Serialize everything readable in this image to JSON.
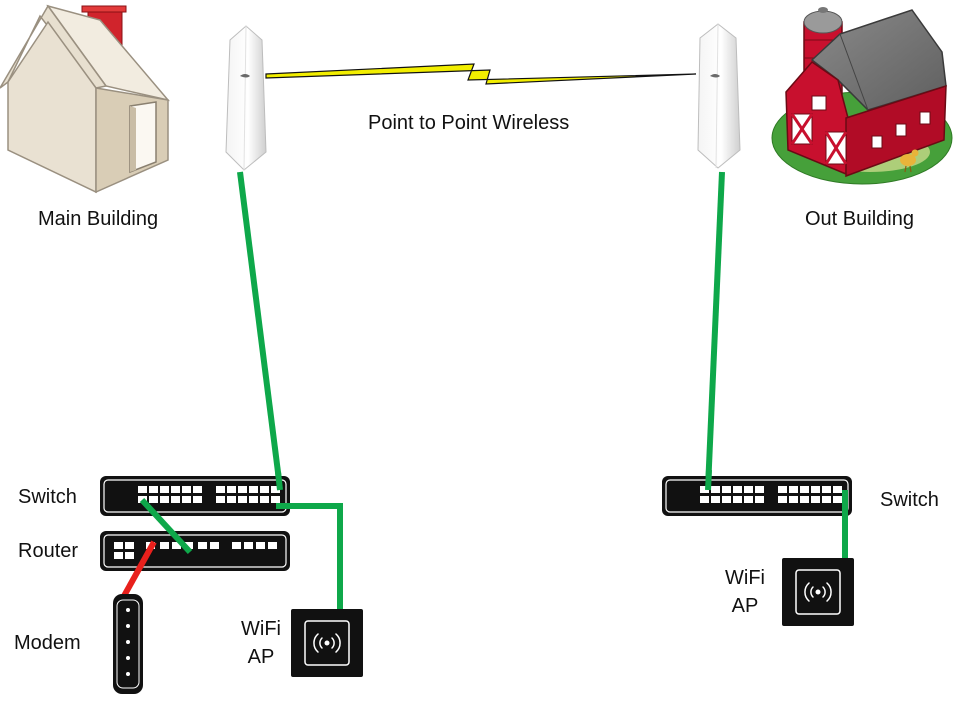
{
  "main": {
    "building_label": "Main Building",
    "switch_label": "Switch",
    "router_label": "Router",
    "modem_label": "Modem",
    "ap_label_line1": "WiFi",
    "ap_label_line2": "AP"
  },
  "out": {
    "building_label": "Out Building",
    "switch_label": "Switch",
    "ap_label_line1": "WiFi",
    "ap_label_line2": "AP"
  },
  "link": {
    "label": "Point to Point Wireless"
  },
  "colors": {
    "ethernet": "#0ea84a",
    "wan": "#e8201c",
    "wireless_bolt": "#f2ee00",
    "device_body": "#111111"
  },
  "icons": {
    "main_building": "house-icon",
    "out_building": "barn-icon",
    "radios": "ptp-radio-icon",
    "ap": "wifi-ap-icon"
  }
}
